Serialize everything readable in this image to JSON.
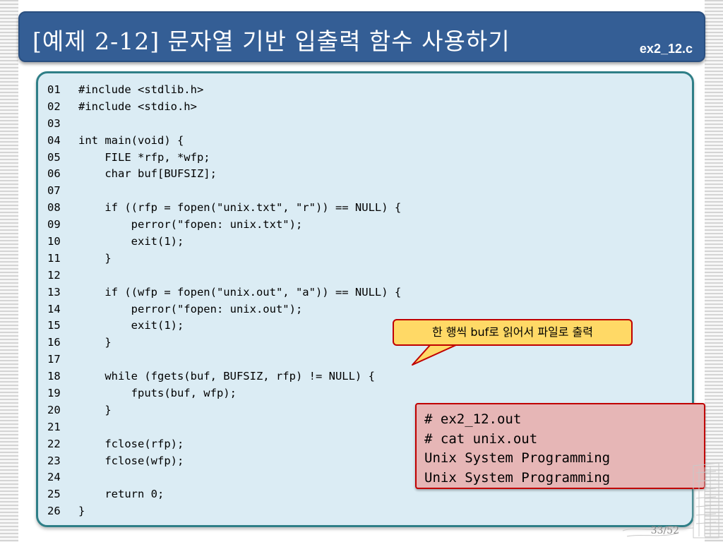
{
  "slide": {
    "title": "[예제 2-12] 문자열 기반 입출력 함수 사용하기",
    "file_name": "ex2_12.c",
    "page_number": "33/52"
  },
  "code": {
    "lines": [
      {
        "num": "01",
        "text": "#include <stdlib.h>"
      },
      {
        "num": "02",
        "text": "#include <stdio.h>"
      },
      {
        "num": "03",
        "text": ""
      },
      {
        "num": "04",
        "text": "int main(void) {"
      },
      {
        "num": "05",
        "text": "    FILE *rfp, *wfp;"
      },
      {
        "num": "06",
        "text": "    char buf[BUFSIZ];"
      },
      {
        "num": "07",
        "text": ""
      },
      {
        "num": "08",
        "text": "    if ((rfp = fopen(\"unix.txt\", \"r\")) == NULL) {"
      },
      {
        "num": "09",
        "text": "        perror(\"fopen: unix.txt\");"
      },
      {
        "num": "10",
        "text": "        exit(1);"
      },
      {
        "num": "11",
        "text": "    }"
      },
      {
        "num": "12",
        "text": ""
      },
      {
        "num": "13",
        "text": "    if ((wfp = fopen(\"unix.out\", \"a\")) == NULL) {"
      },
      {
        "num": "14",
        "text": "        perror(\"fopen: unix.out\");"
      },
      {
        "num": "15",
        "text": "        exit(1);"
      },
      {
        "num": "16",
        "text": "    }"
      },
      {
        "num": "17",
        "text": ""
      },
      {
        "num": "18",
        "text": "    while (fgets(buf, BUFSIZ, rfp) != NULL) {"
      },
      {
        "num": "19",
        "text": "        fputs(buf, wfp);"
      },
      {
        "num": "20",
        "text": "    }"
      },
      {
        "num": "21",
        "text": ""
      },
      {
        "num": "22",
        "text": "    fclose(rfp);"
      },
      {
        "num": "23",
        "text": "    fclose(wfp);"
      },
      {
        "num": "24",
        "text": ""
      },
      {
        "num": "25",
        "text": "    return 0;"
      },
      {
        "num": "26",
        "text": "}"
      }
    ]
  },
  "callout": {
    "text": "한 행씩 buf로 읽어서 파일로 출력"
  },
  "output": {
    "lines": [
      "# ex2_12.out",
      "# cat unix.out",
      "Unix System Programming",
      "Unix System Programming"
    ]
  },
  "colors": {
    "title_bar": "#345e95",
    "code_panel_bg": "#dbecf4",
    "code_panel_border": "#2f7f87",
    "callout_bg": "#ffd966",
    "callout_border": "#c00000",
    "output_bg": "#e6b6b6",
    "output_border": "#c00000"
  }
}
